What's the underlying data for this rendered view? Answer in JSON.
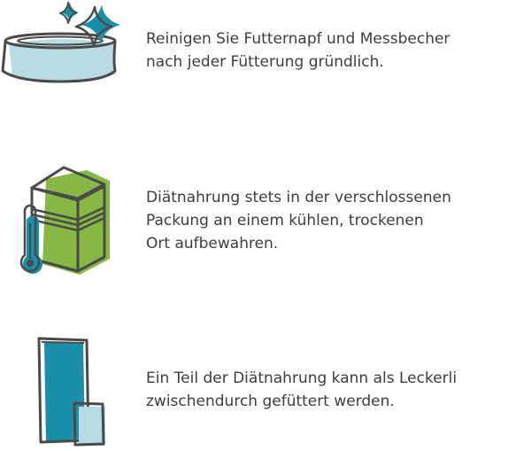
{
  "items": [
    {
      "icon": "clean-bowl-icon",
      "lines": [
        "Reinigen Sie Futternapf und Messbecher",
        "nach jeder Fütterung gründlich."
      ]
    },
    {
      "icon": "storage-box-thermometer-icon",
      "lines": [
        "Diätnahrung stets in der verschlossenen",
        "Packung an einem kühlen, trockenen",
        "Ort aufbewahren."
      ]
    },
    {
      "icon": "food-bag-icon",
      "lines": [
        "Ein Teil der Diätnahrung kann als Leckerli",
        "zwischendurch gefüttert werden."
      ]
    }
  ],
  "colors": {
    "teal": "#1a8fa8",
    "light_blue": "#b9dbe3",
    "green": "#86b843",
    "outline": "#4a4a4a"
  }
}
